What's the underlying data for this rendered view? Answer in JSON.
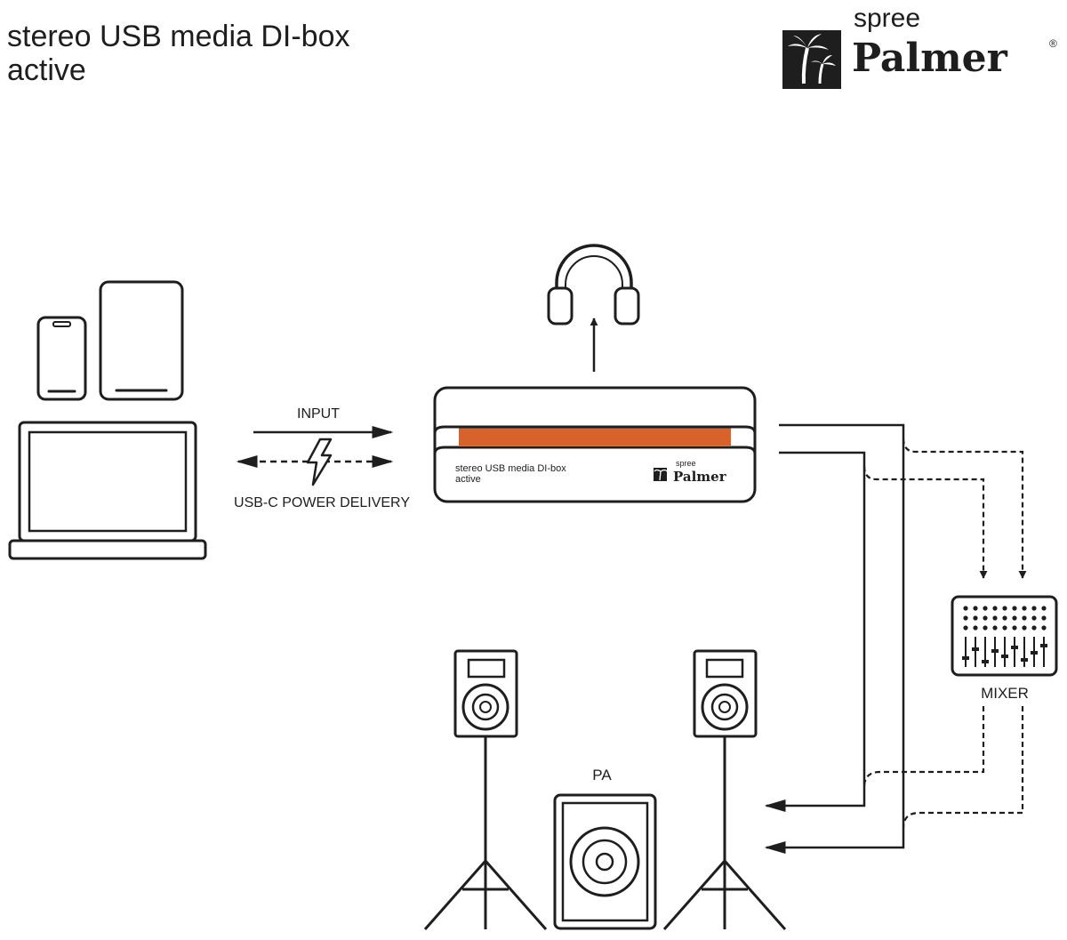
{
  "title": {
    "line1": "stereo USB media DI-box",
    "line2": "active"
  },
  "brand": {
    "top": "spree",
    "name": "Palmer",
    "registered": "®"
  },
  "device": {
    "label_line1": "stereo USB media DI-box",
    "label_line2": "active",
    "brand_top": "spree",
    "brand_name": "Palmer",
    "accent_color": "#d8622b"
  },
  "labels": {
    "input": "INPUT",
    "power": "USB-C POWER DELIVERY",
    "mixer": "MIXER",
    "pa": "PA"
  },
  "icons": [
    "palm-tree-logo-icon",
    "phone-icon",
    "tablet-icon",
    "laptop-icon",
    "lightning-icon",
    "headphones-icon",
    "speaker-icon",
    "mixer-icon"
  ],
  "line_color": "#1e1e1e"
}
